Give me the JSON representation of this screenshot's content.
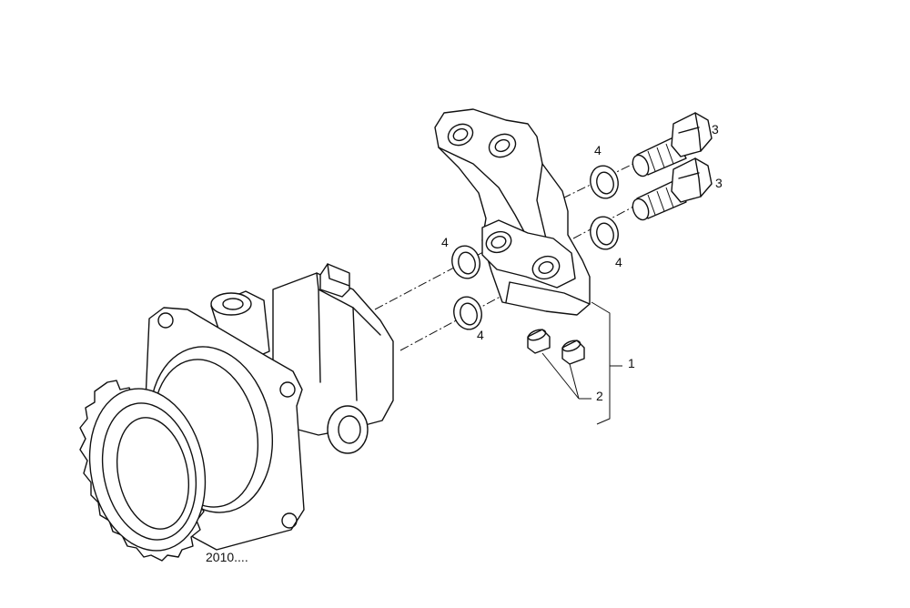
{
  "callouts": {
    "c1": "1",
    "c2": "2",
    "c3a": "3",
    "c3b": "3",
    "c4a": "4",
    "c4b": "4",
    "c4c": "4",
    "c4d": "4"
  },
  "reference_note": "2010...."
}
